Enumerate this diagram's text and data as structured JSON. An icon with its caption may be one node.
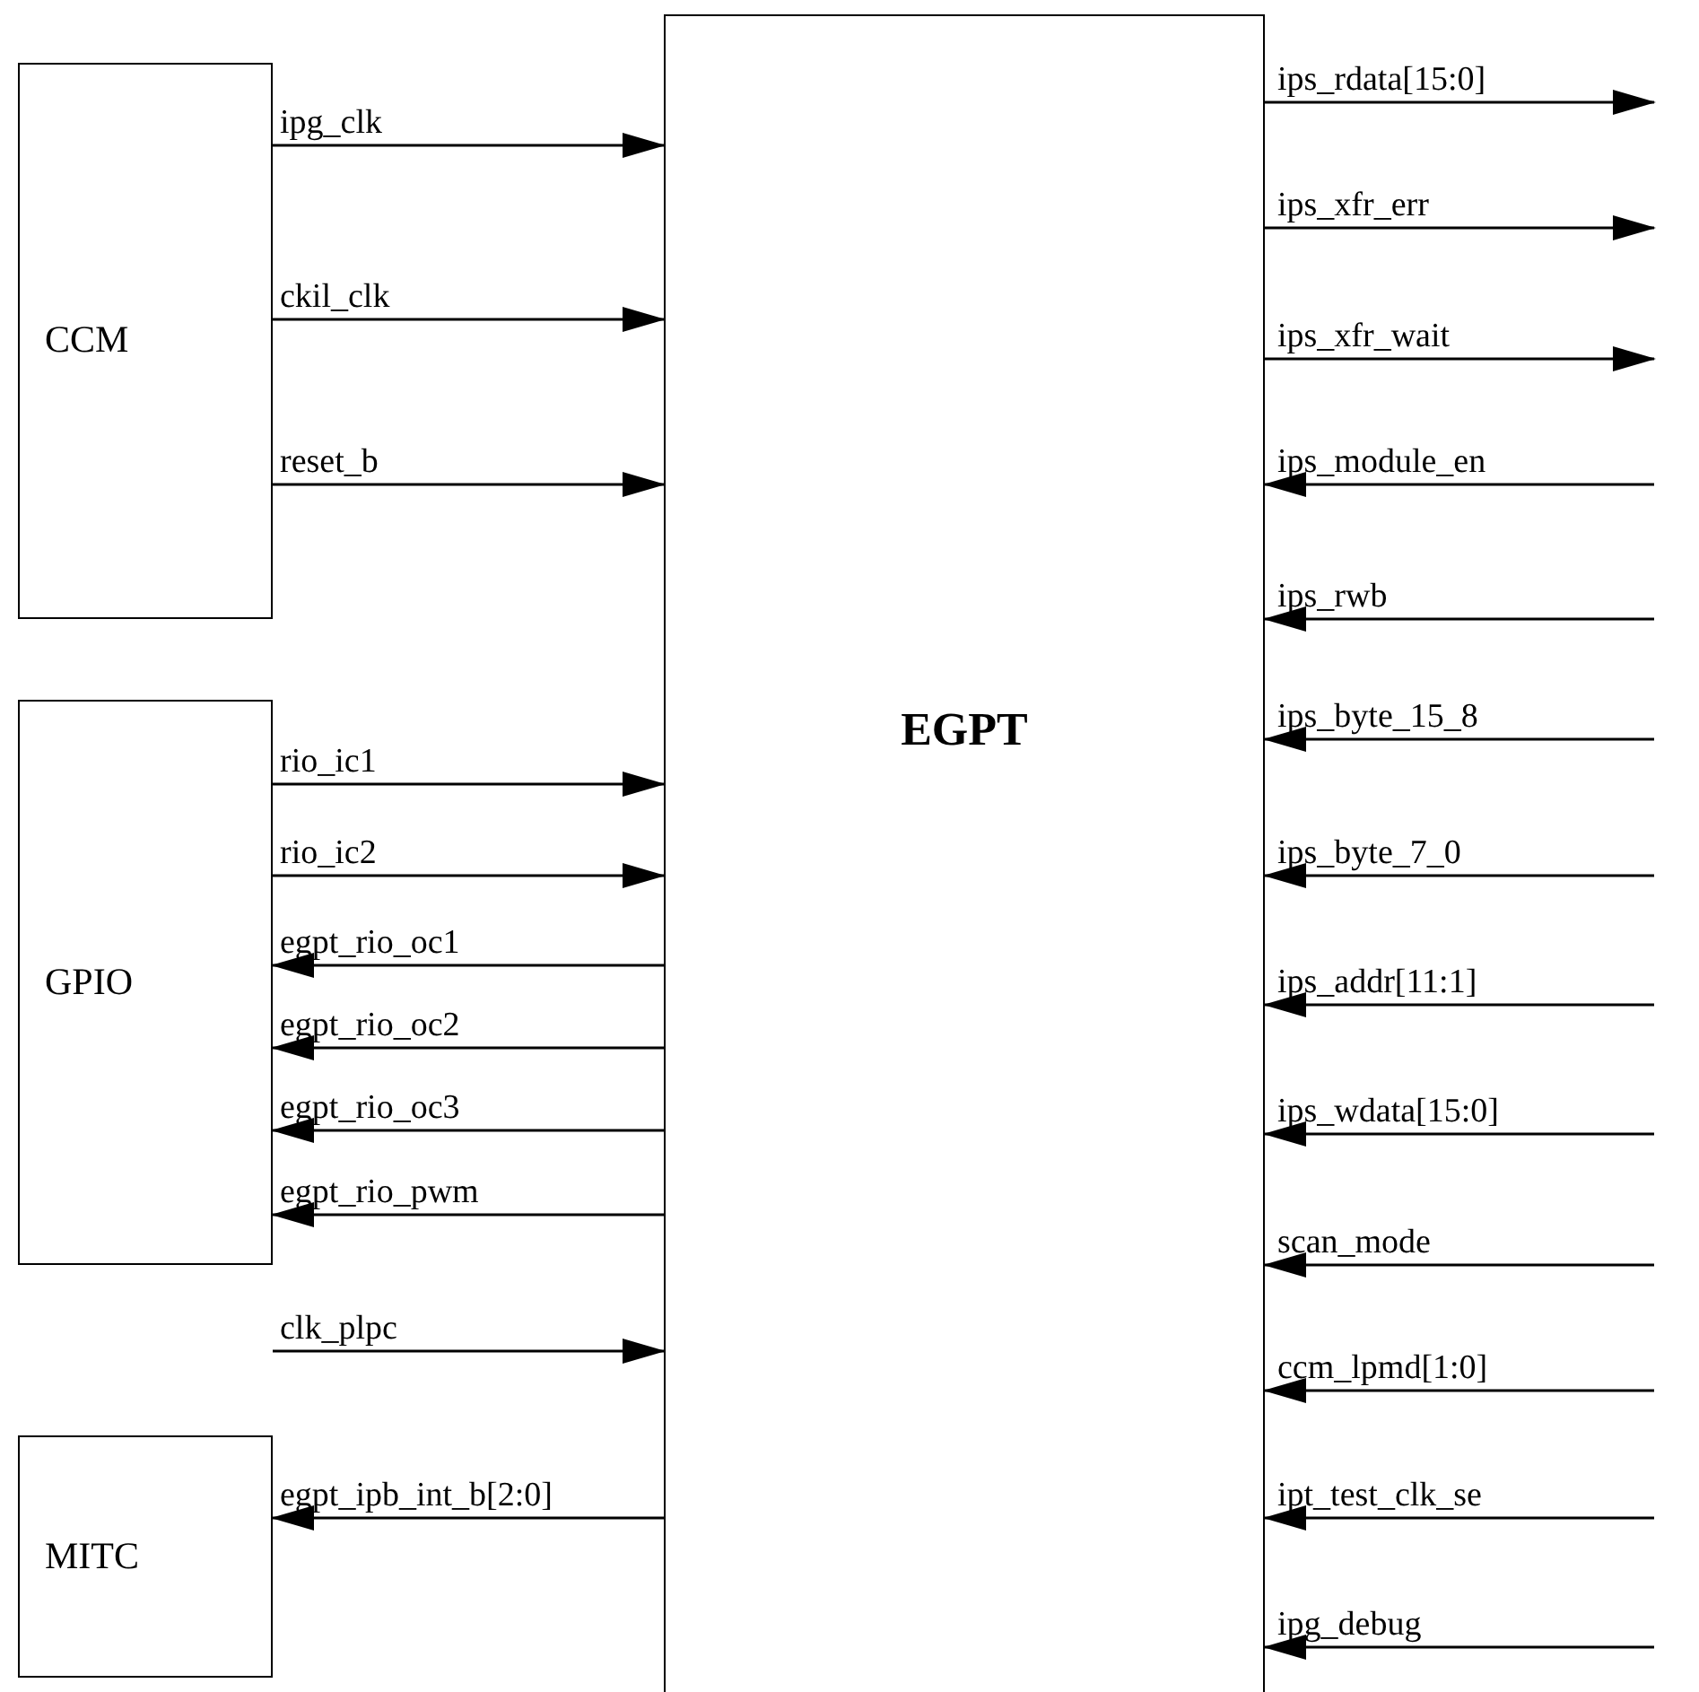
{
  "diagram": {
    "nodes": [
      {
        "text": [
          "CCM"
        ]
      },
      {
        "text": [
          "GPIO"
        ]
      },
      {
        "text": [
          "MITC"
        ]
      },
      {
        "text": [
          "EGPT"
        ]
      }
    ],
    "edges": [
      {
        "from": 0,
        "to": 3,
        "arrow": "to",
        "label": "ipg_clk"
      },
      {
        "from": 0,
        "to": 3,
        "arrow": "to",
        "label": "ckil_clk"
      },
      {
        "from": 0,
        "to": 3,
        "arrow": "to",
        "label": "reset_b"
      },
      {
        "from": 1,
        "to": 3,
        "arrow": "to",
        "label": "rio_ic1"
      },
      {
        "from": 1,
        "to": 3,
        "arrow": "to",
        "label": "rio_ic2"
      },
      {
        "from": 3,
        "to": 1,
        "arrow": "to",
        "label": "egpt_rio_oc1"
      },
      {
        "from": 3,
        "to": 1,
        "arrow": "to",
        "label": "egpt_rio_oc2"
      },
      {
        "from": 3,
        "to": 1,
        "arrow": "to",
        "label": "egpt_rio_oc3"
      },
      {
        "from": 3,
        "to": 1,
        "arrow": "to",
        "label": "egpt_rio_pwm"
      },
      {
        "from": null,
        "to": 3,
        "arrow": "to",
        "label": "clk_plpc"
      },
      {
        "from": 3,
        "to": 2,
        "arrow": "to",
        "label": "egpt_ipb_int_b[2:0]"
      },
      {
        "from": 3,
        "to": null,
        "arrow": "to",
        "label": "ips_rdata[15:0]"
      },
      {
        "from": 3,
        "to": null,
        "arrow": "to",
        "label": "ips_xfr_err"
      },
      {
        "from": 3,
        "to": null,
        "arrow": "to",
        "label": "ips_xfr_wait"
      },
      {
        "from": null,
        "to": 3,
        "arrow": "to",
        "label": "ips_module_en"
      },
      {
        "from": null,
        "to": 3,
        "arrow": "to",
        "label": "ips_rwb"
      },
      {
        "from": null,
        "to": 3,
        "arrow": "to",
        "label": "ips_byte_15_8"
      },
      {
        "from": null,
        "to": 3,
        "arrow": "to",
        "label": "ips_byte_7_0"
      },
      {
        "from": null,
        "to": 3,
        "arrow": "to",
        "label": "ips_addr[11:1]"
      },
      {
        "from": null,
        "to": 3,
        "arrow": "to",
        "label": "ips_wdata[15:0]"
      },
      {
        "from": null,
        "to": 3,
        "arrow": "to",
        "label": "scan_mode"
      },
      {
        "from": null,
        "to": 3,
        "arrow": "to",
        "label": "ccm_lpmd[1:0]"
      },
      {
        "from": null,
        "to": 3,
        "arrow": "to",
        "label": "ipt_test_clk_se"
      },
      {
        "from": null,
        "to": 3,
        "arrow": "to",
        "label": "ipg_debug"
      }
    ]
  }
}
